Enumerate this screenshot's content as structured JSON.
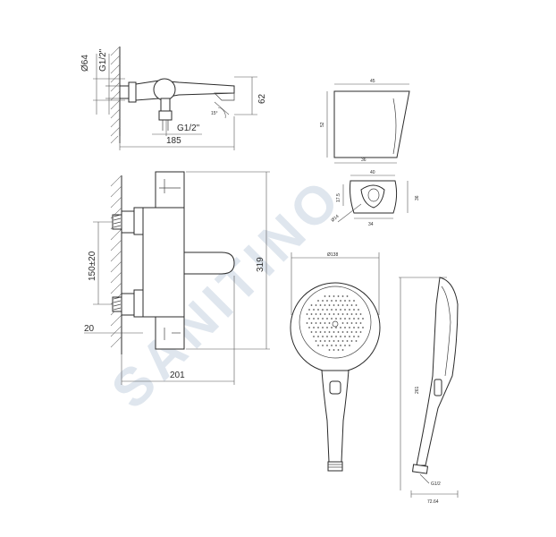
{
  "watermark": "SANITINO",
  "side_view": {
    "dim_diameter": "Ø64",
    "dim_thread_top": "G1/2\"",
    "dim_height": "62",
    "dim_angle": "15°",
    "dim_thread_bottom": "G1/2\"",
    "dim_depth": "185"
  },
  "front_view": {
    "dim_spacing": "150±20",
    "dim_wall": "20",
    "dim_height": "319",
    "dim_width": "201"
  },
  "holder_side": {
    "dim_top": "45",
    "dim_height": "52",
    "dim_bottom": "36"
  },
  "holder_front": {
    "dim_top": "40",
    "dim_right": "36",
    "dim_left": "17.5",
    "dim_diam": "Ø14",
    "dim_bottom": "34"
  },
  "handshower_front": {
    "dim_diameter": "Ø138"
  },
  "handshower_side": {
    "dim_length": "261",
    "dim_thread": "G1/2",
    "dim_width": "72.64"
  }
}
